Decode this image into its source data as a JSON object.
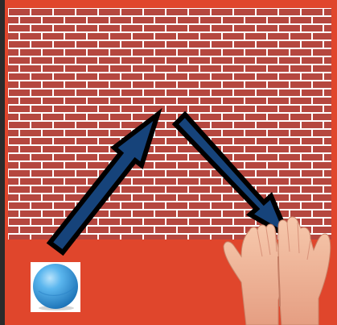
{
  "scene": {
    "background_color": "#e0462c",
    "wall": {
      "brick_color": "#b5473f",
      "mortar_color": "#ffffff"
    },
    "arrows": [
      {
        "name": "arrow-throw-up",
        "direction": "up-right",
        "fill": "#16437a",
        "outline": "#000000"
      },
      {
        "name": "arrow-bounce-down",
        "direction": "down-right",
        "fill": "#16437a",
        "outline": "#000000"
      }
    ],
    "objects": [
      {
        "name": "blue-ball",
        "color": "#3ba3e4"
      },
      {
        "name": "cupped-hands",
        "skin_color": "#f2b79a"
      }
    ]
  }
}
